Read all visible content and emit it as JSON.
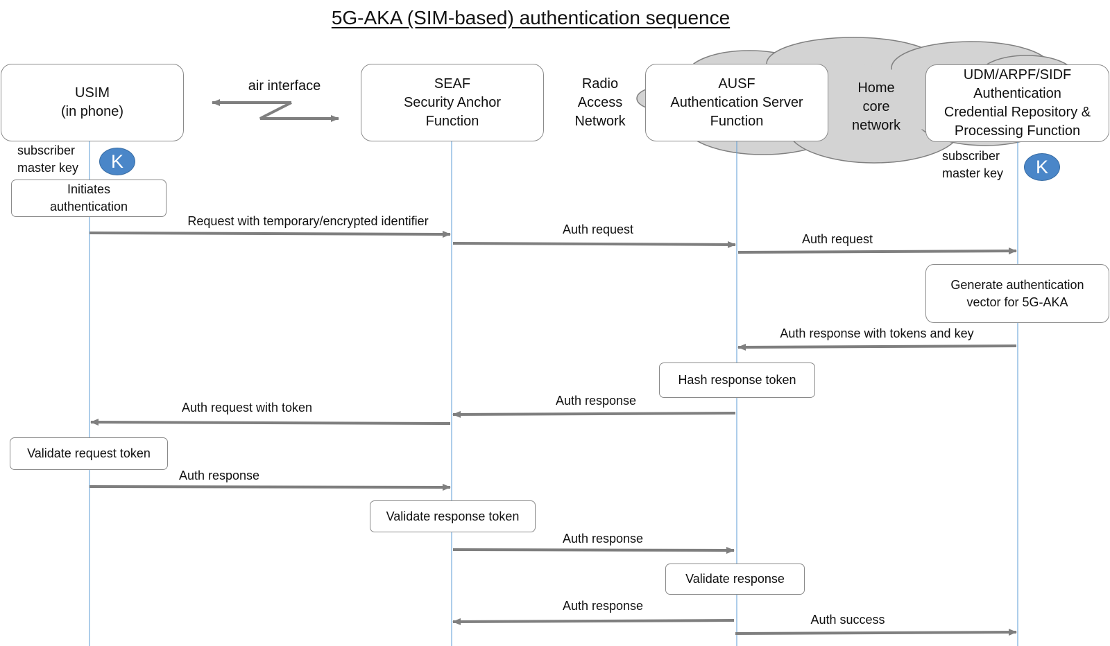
{
  "title": "5G-AKA (SIM-based) authentication sequence",
  "participants": {
    "usim": "USIM\n(in phone)",
    "seaf": "SEAF\nSecurity Anchor\nFunction",
    "ausf": "AUSF\nAuthentication Server\nFunction",
    "udm": "UDM/ARPF/SIDF\nAuthentication\nCredential Repository &\nProcessing Function"
  },
  "network_labels": {
    "air_interface": "air interface",
    "radio_access": "Radio\nAccess\nNetwork",
    "home_core": "Home\ncore\nnetwork"
  },
  "key_annotations": {
    "usim_key_label": "subscriber\nmaster key",
    "udm_key_label": "subscriber\nmaster key",
    "key_symbol": "K"
  },
  "steps": {
    "initiates": "Initiates\nauthentication",
    "generate_vector": "Generate authentication\nvector for 5G-AKA",
    "hash_token": "Hash response token",
    "validate_request": "Validate request token",
    "validate_response_token": "Validate response token",
    "validate_response": "Validate response"
  },
  "messages": {
    "m1": "Request with temporary/encrypted identifier",
    "m2": "Auth request",
    "m3": "Auth request",
    "m4": "Auth response with tokens and key",
    "m5": "Auth response",
    "m6": "Auth request with token",
    "m7": "Auth response",
    "m8": "Auth response",
    "m9": "Auth response",
    "m10": "Auth success"
  },
  "colors": {
    "lifeline": "#5b9bd5",
    "arrow": "#7f7f7f",
    "cloud_fill": "#d3d3d3",
    "cloud_stroke": "#808080",
    "key_badge": "#4a86c8"
  }
}
